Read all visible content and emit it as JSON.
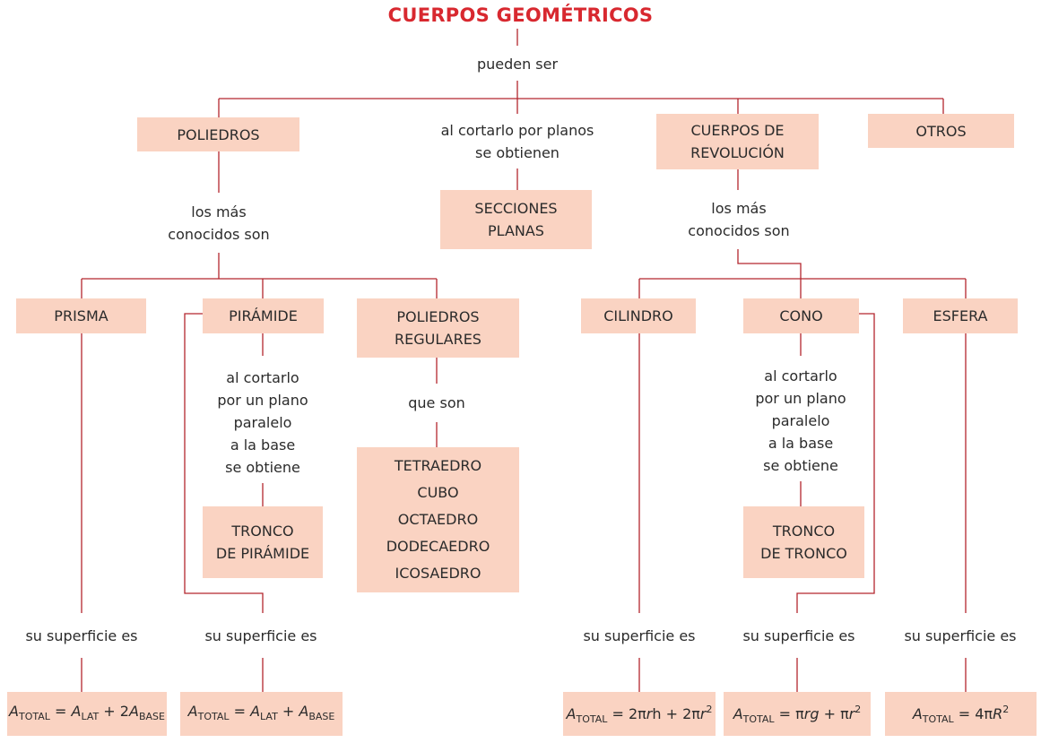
{
  "title": "CUERPOS GEOMÉTRICOS",
  "colors": {
    "title": "#d8282f",
    "line": "#b3262e",
    "box": "#fad3c2",
    "text": "#2b2b2b"
  },
  "connectors": {
    "pueden_ser": "pueden ser",
    "poliedros_conocidos": [
      "los más",
      "conocidos son"
    ],
    "secciones_text": [
      "al cortarlo por planos",
      "se obtienen"
    ],
    "revolucion_conocidos": [
      "los más",
      "conocidos son"
    ],
    "piramide_corte": [
      "al cortarlo",
      "por un plano",
      "paralelo",
      "a la base",
      "se obtiene"
    ],
    "que_son": "que son",
    "cono_corte": [
      "al cortarlo",
      "por un plano",
      "paralelo",
      "a la base",
      "se obtiene"
    ],
    "superficie": "su superficie es"
  },
  "categories": {
    "poliedros": "POLIEDROS",
    "secciones": [
      "SECCIONES",
      "PLANAS"
    ],
    "revolucion": [
      "CUERPOS DE",
      "REVOLUCIÓN"
    ],
    "otros": "OTROS"
  },
  "poliedros": {
    "prisma": "PRISMA",
    "piramide": "PIRÁMIDE",
    "regulares": [
      "POLIEDROS",
      "REGULARES"
    ],
    "tronco_piramide": [
      "TRONCO",
      "DE PIRÁMIDE"
    ],
    "regulares_list": [
      "TETRAEDRO",
      "CUBO",
      "OCTAEDRO",
      "DODECAEDRO",
      "ICOSAEDRO"
    ]
  },
  "revolucion": {
    "cilindro": "CILINDRO",
    "cono": "CONO",
    "esfera": "ESFERA",
    "tronco_cono": [
      "TRONCO",
      "DE TRONCO"
    ]
  },
  "formulas": {
    "prisma": {
      "lhs": "A",
      "lhs_sub": "TOTAL",
      "eq": " = ",
      "t1": "A",
      "t1_sub": "LAT",
      "plus": " + 2",
      "t2": "A",
      "t2_sub": "BASE"
    },
    "piramide": {
      "lhs": "A",
      "lhs_sub": "TOTAL",
      "eq": " = ",
      "t1": "A",
      "t1_sub": "LAT",
      "plus": " + ",
      "t2": "A",
      "t2_sub": "BASE"
    },
    "cilindro": {
      "lhs": "A",
      "lhs_sub": "TOTAL",
      "rest": " = 2π",
      "r": "r",
      "h": "h + 2π",
      "r2": "r",
      "exp": "2"
    },
    "cono": {
      "lhs": "A",
      "lhs_sub": "TOTAL",
      "rest": " = π",
      "rg": "rg",
      "plus": " + π",
      "r2": "r",
      "exp": "2"
    },
    "esfera": {
      "lhs": "A",
      "lhs_sub": "TOTAL",
      "rest": " = 4π",
      "R": "R",
      "exp": "2"
    }
  }
}
